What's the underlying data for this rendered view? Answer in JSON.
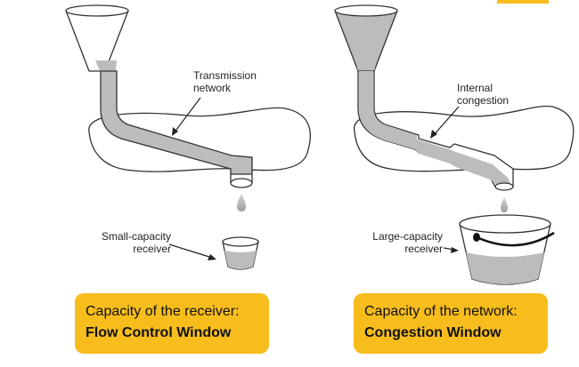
{
  "left_panel": {
    "network_label": [
      "Transmission",
      "network"
    ],
    "receiver_label": [
      "Small-capacity",
      "receiver"
    ],
    "caption_line1": "Capacity of the receiver:",
    "caption_line2": "Flow Control Window"
  },
  "right_panel": {
    "network_label": [
      "Internal",
      "congestion"
    ],
    "receiver_label": [
      "Large-capacity",
      "receiver"
    ],
    "caption_line1": "Capacity of the network:",
    "caption_line2": "Congestion Window"
  },
  "colors": {
    "caption_bg": "#f7bd1c",
    "water": "#bcbcbc",
    "outline": "#333333"
  }
}
